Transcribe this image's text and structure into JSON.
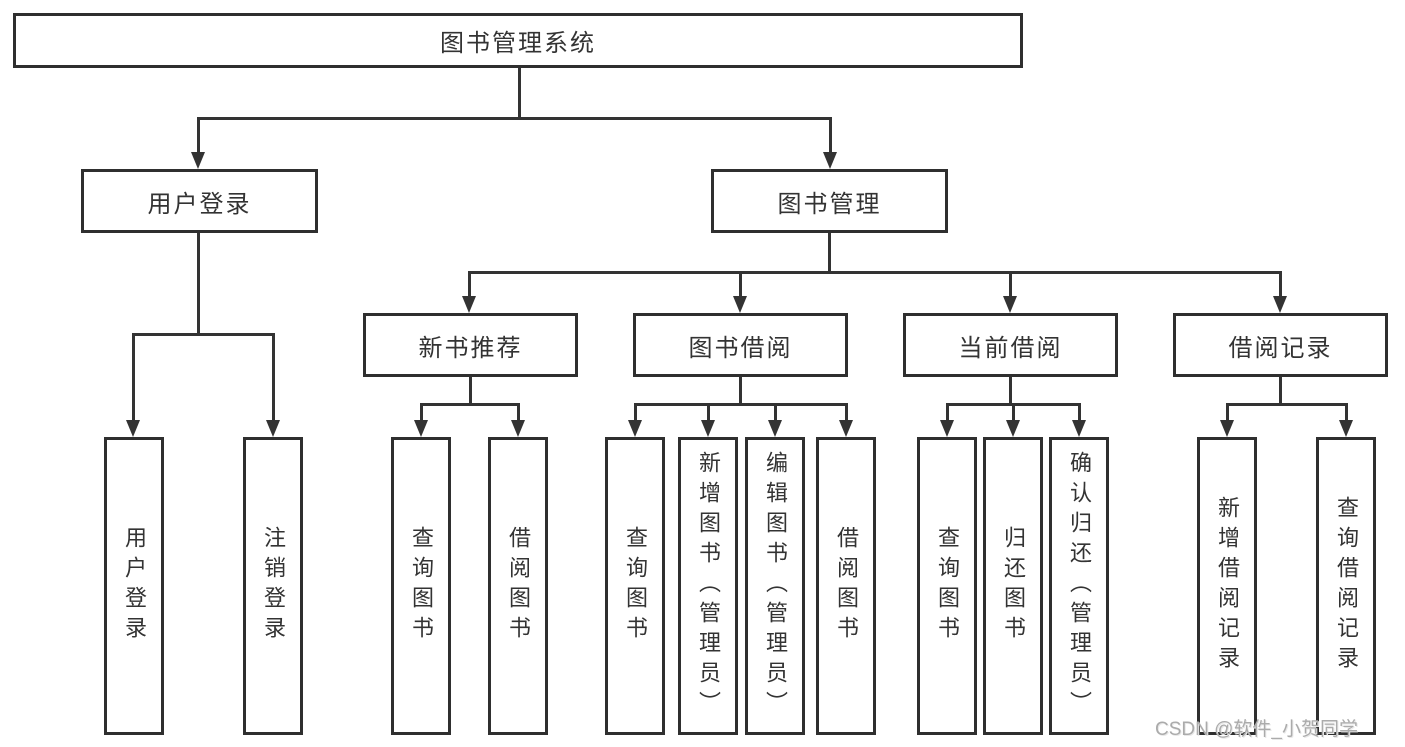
{
  "nodes": {
    "root": {
      "label": "图书管理系统"
    },
    "level1": [
      {
        "label": "用户登录"
      },
      {
        "label": "图书管理"
      }
    ],
    "level2": [
      {
        "label": "新书推荐"
      },
      {
        "label": "图书借阅"
      },
      {
        "label": "当前借阅"
      },
      {
        "label": "借阅记录"
      }
    ],
    "leaves": {
      "login": [
        "用户登录",
        "注销登录"
      ],
      "recommend": [
        "查询图书",
        "借阅图书"
      ],
      "borrow": [
        "查询图书",
        "新增图书（管理员）",
        "编辑图书（管理员）",
        "借阅图书"
      ],
      "current": [
        "查询图书",
        "归还图书",
        "确认归还（管理员）"
      ],
      "records": [
        "新增借阅记录",
        "查询借阅记录"
      ]
    }
  },
  "watermark": {
    "text": "CSDN @软件_小贺同学"
  },
  "colors": {
    "line": "#333333",
    "text": "#333333",
    "background": "#ffffff",
    "watermark": "#ababab"
  }
}
